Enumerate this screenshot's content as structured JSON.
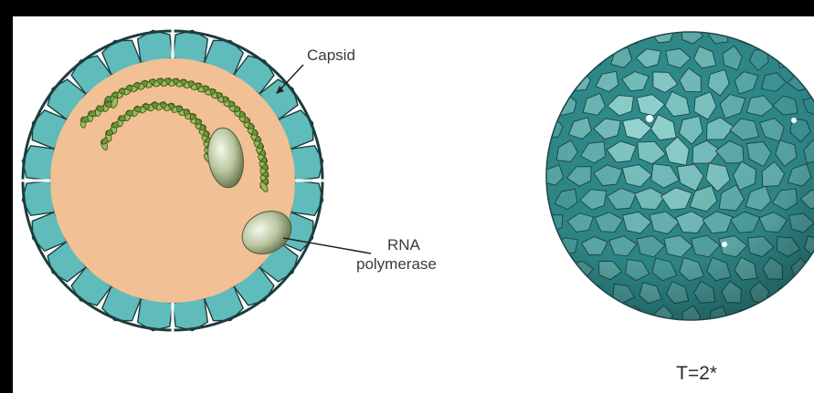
{
  "labels": {
    "capsid": "Capsid",
    "rna_line1": "RNA",
    "rna_line2": "polymerase",
    "triangulation": "T=2*"
  },
  "colors": {
    "frame": "#000000",
    "background": "#ffffff",
    "capsid_fill": "#5fbcbb",
    "capsid_outline": "#1d3c3e",
    "interior": "#f1c095",
    "rna_strand": "#6f9434",
    "rna_strand_dark": "#33501a",
    "polymerase": "#b7c49e",
    "sphere_dark": "#2f8b8b",
    "sphere_light": "#a6e1dd",
    "text": "#3a3a3a"
  },
  "icons": [
    "capsid-cross-section-icon",
    "rna-helix-icon",
    "rna-polymerase-icon",
    "icosahedral-capsid-sphere-icon"
  ]
}
